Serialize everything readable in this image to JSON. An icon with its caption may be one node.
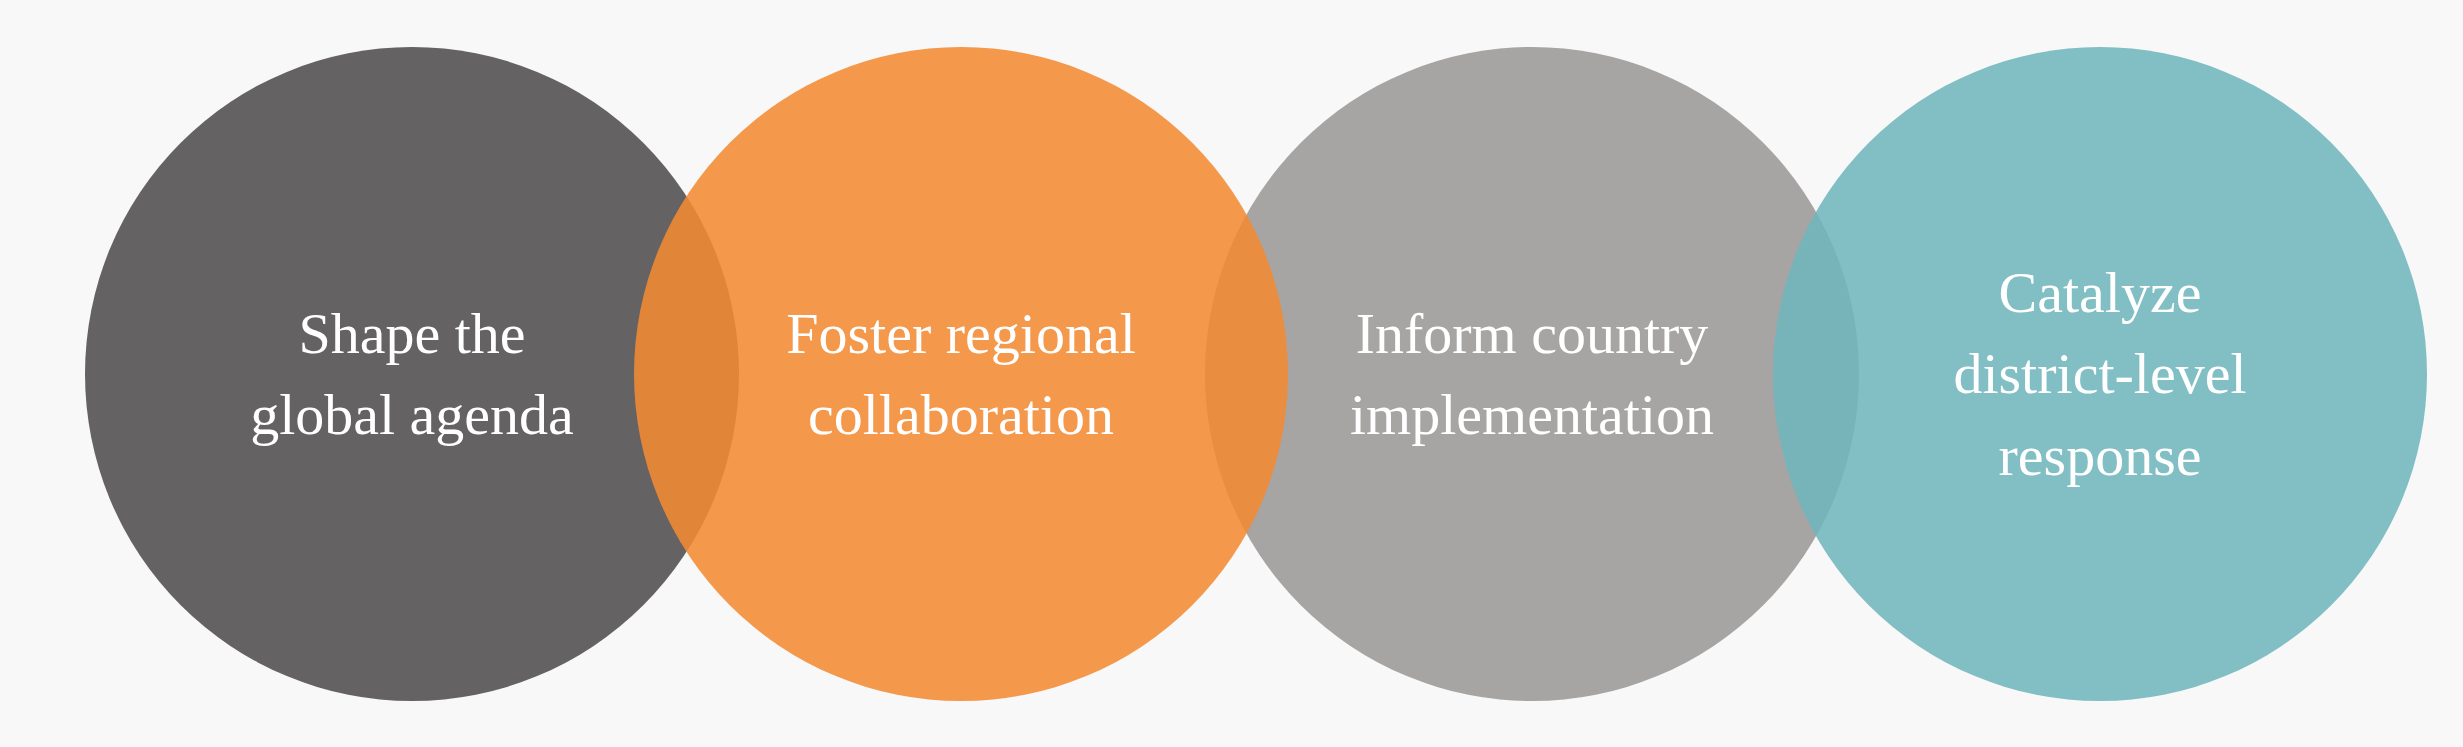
{
  "diagram": {
    "nodes": [
      {
        "text": [
          "Shape the global agenda"
        ]
      },
      {
        "text": [
          "Foster regional collaboration"
        ]
      },
      {
        "text": [
          "Inform country implementation"
        ]
      },
      {
        "text": [
          "Catalyze district-level response"
        ]
      }
    ],
    "edges": []
  }
}
